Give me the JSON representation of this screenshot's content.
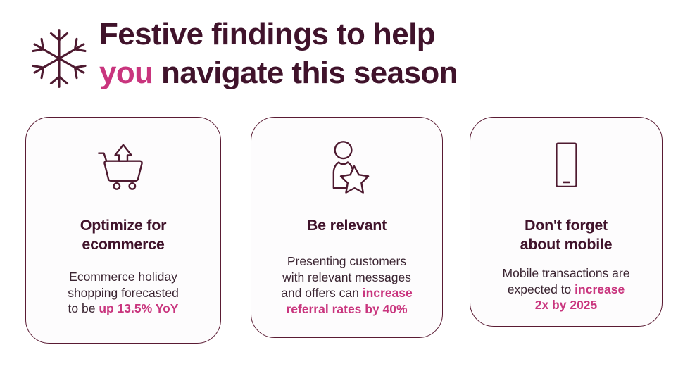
{
  "colors": {
    "dark_plum": "#40132B",
    "accent_pink": "#C9357E",
    "body_text": "#3A2431",
    "card_border": "#5A1B33",
    "card_bg": "#FDFCFD",
    "page_bg": "#FFFFFF"
  },
  "header": {
    "icon": "snowflake-icon",
    "title_line_1_plain": "Festive findings to help",
    "title_line_2_accent": "you",
    "title_line_2_plain": " navigate this season",
    "title_full": "Festive findings to help you navigate this season"
  },
  "cards": [
    {
      "icon": "shopping-cart-up-arrow-icon",
      "title": "Optimize for ecommerce",
      "title_line_1": "Optimize for",
      "title_line_2": "ecommerce",
      "body_lines": [
        {
          "plain": "Ecommerce holiday",
          "highlight": ""
        },
        {
          "plain": "shopping forecasted",
          "highlight": ""
        },
        {
          "plain": "to be ",
          "highlight": "up 13.5% YoY"
        }
      ],
      "body_full": "Ecommerce holiday shopping forecasted to be up 13.5% YoY",
      "highlight_text": "up 13.5% YoY"
    },
    {
      "icon": "person-star-icon",
      "title": "Be relevant",
      "title_line_1": "Be relevant",
      "title_line_2": "",
      "body_lines": [
        {
          "plain": "Presenting customers",
          "highlight": ""
        },
        {
          "plain": "with relevant messages",
          "highlight": ""
        },
        {
          "plain": "and offers can ",
          "highlight": "increase"
        },
        {
          "plain": "",
          "highlight": "referral rates by 40%"
        }
      ],
      "body_full": "Presenting customers with relevant messages and offers can increase referral rates by 40%",
      "highlight_text": "increase referral rates by 40%"
    },
    {
      "icon": "mobile-phone-icon",
      "title": "Don't forget about mobile",
      "title_line_1": "Don't forget",
      "title_line_2": "about mobile",
      "body_lines": [
        {
          "plain": "Mobile transactions are",
          "highlight": ""
        },
        {
          "plain": "expected to ",
          "highlight": "increase"
        },
        {
          "plain": "",
          "highlight": "2x by 2025"
        }
      ],
      "body_full": "Mobile transactions are expected to increase 2x by 2025",
      "highlight_text": "increase 2x by 2025"
    }
  ]
}
